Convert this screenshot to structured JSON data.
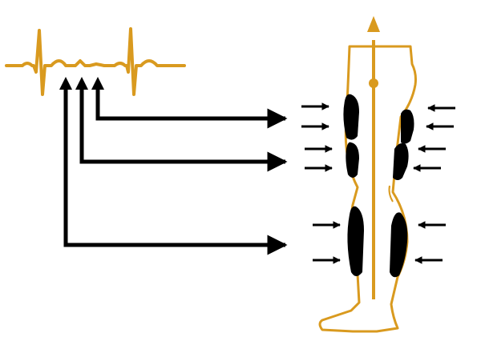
{
  "colors": {
    "accent": "#d99a1f",
    "ink": "#000000",
    "background": "#ffffff"
  },
  "ecg_waveform": {
    "beats": 2,
    "trigger_points": 3
  },
  "compression_zones": [
    "thigh-upper",
    "thigh-lower",
    "calf"
  ],
  "icons": [
    "upward-arrow-icon",
    "pressure-arrow-icon"
  ]
}
